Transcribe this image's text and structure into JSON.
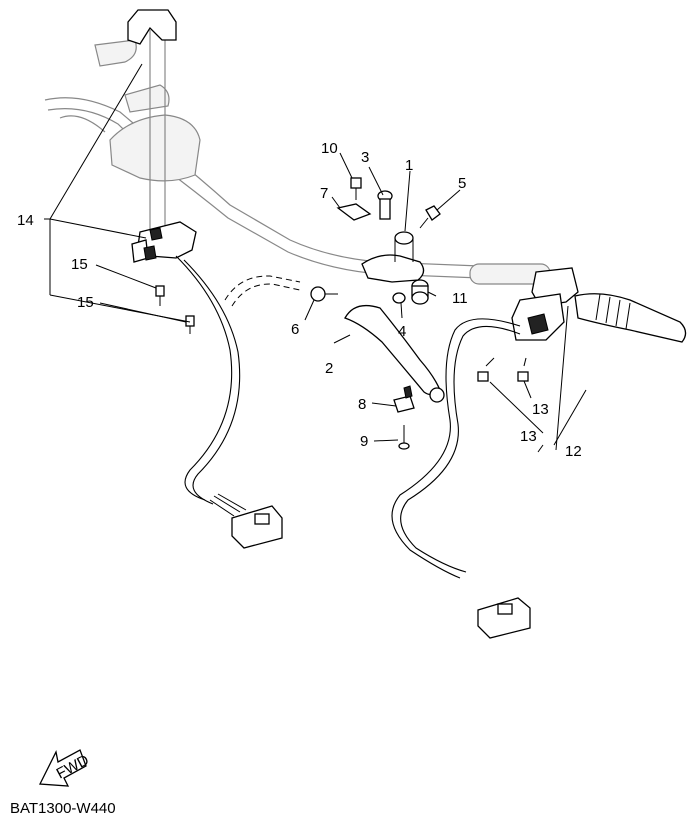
{
  "diagram": {
    "callouts": {
      "c1": "1",
      "c2": "2",
      "c3": "3",
      "c4": "4",
      "c5": "5",
      "c6": "6",
      "c7": "7",
      "c8": "8",
      "c9": "9",
      "c10": "10",
      "c11": "11",
      "c12": "12",
      "c13a": "13",
      "c13b": "13",
      "c14": "14",
      "c15a": "15",
      "c15b": "15"
    },
    "fwd_label": "FWD",
    "figure_code": "BAT1300-W440"
  }
}
